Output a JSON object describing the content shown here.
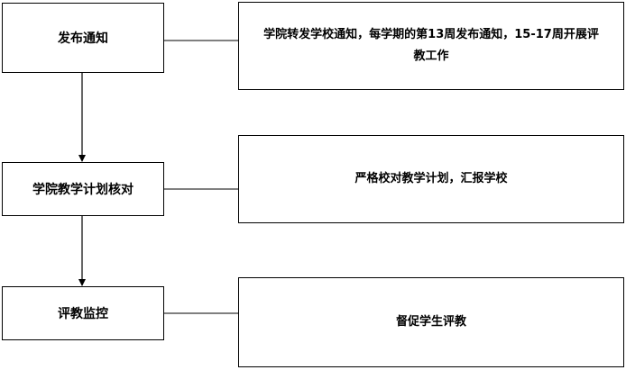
{
  "steps": [
    {
      "label": "发布通知",
      "description": "学院转发学校通知，每学期的第13周发布通知，15-17周开展评教工作"
    },
    {
      "label": "学院教学计划核对",
      "description": "严格校对教学计划，汇报学校"
    },
    {
      "label": "评教监控",
      "description": "督促学生评教"
    }
  ],
  "colors": {
    "stroke": "#000000",
    "background": "#ffffff"
  }
}
